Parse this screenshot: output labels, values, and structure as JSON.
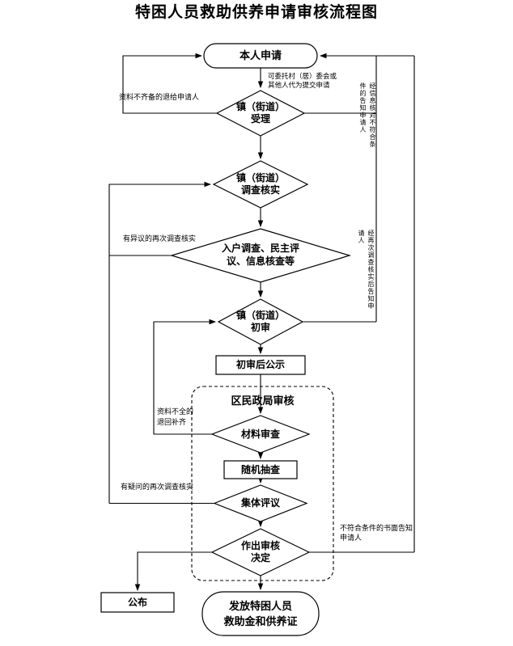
{
  "title": "特困人员救助供养申请审核流程图",
  "nodes": {
    "apply": "本人申请",
    "accept": "镇（街道）\n受理",
    "investigate": "镇（街道）\n调查核实",
    "household": "入户调查、民主评\n议、信息核查等",
    "preliminary": "镇（街道）\n初审",
    "publicity": "初审后公示",
    "district_review": "区民政局审核",
    "material_check": "材料审查",
    "random_check": "随机抽查",
    "collective_review": "集体评议",
    "decision": "作出审核\n决定",
    "announce": "公布",
    "issue": "发放特困人员\n救助金和供养证"
  },
  "annotations": {
    "entrust": "可委托村（居）委会或\n其他人代为提交申请",
    "return_incomplete": "资料不齐备的退给申请人",
    "info_check_notice": "经信息核对不符合条件的告知申请人",
    "objection_reinvestigate": "有异议的再次调查核实",
    "reinvestigate_notice": "经再次调查核实后告知申请人",
    "supplement": "资料不全的\n退回补齐",
    "doubt_reinvestigate": "有疑问的再次调查核实",
    "written_notice": "不符合条件的书面告知申请人"
  },
  "colors": {
    "line": "#000000",
    "fill": "#ffffff"
  }
}
